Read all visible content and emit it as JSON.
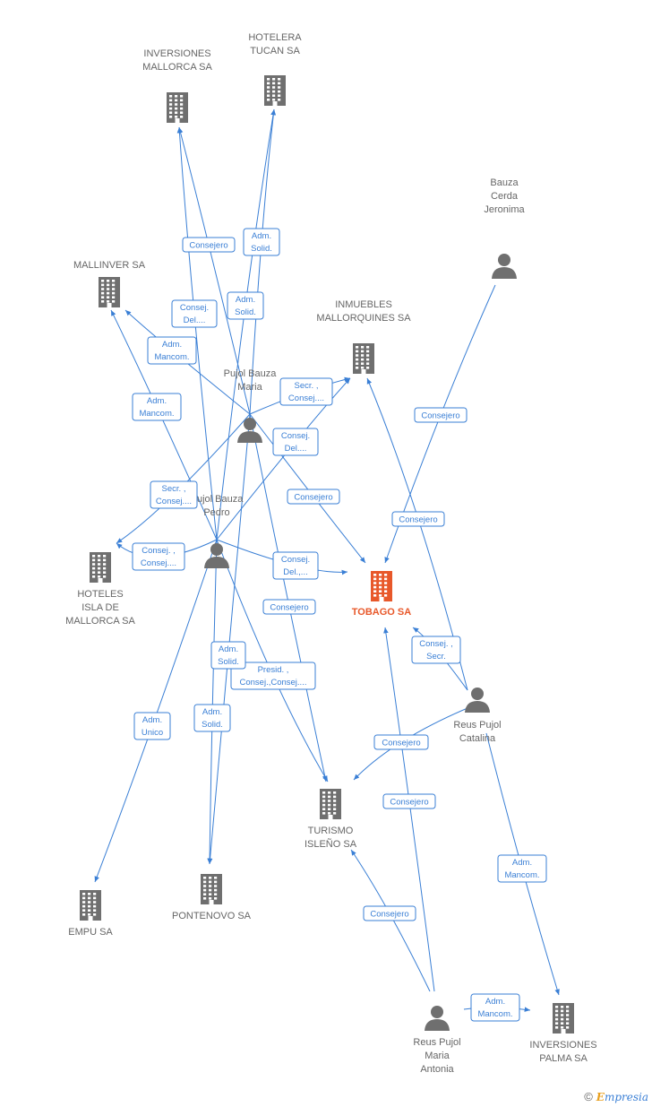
{
  "colors": {
    "edge": "#3a7fd5",
    "node": "#6f6f6f",
    "primary": "#e8582a"
  },
  "nodes": {
    "inversiones_mallorca": {
      "type": "company",
      "label": [
        "INVERSIONES",
        "MALLORCA SA"
      ]
    },
    "hotelera_tucan": {
      "type": "company",
      "label": [
        "HOTELERA",
        "TUCAN SA"
      ]
    },
    "mallinver": {
      "type": "company",
      "label": [
        "MALLINVER SA"
      ]
    },
    "bauza_cerda": {
      "type": "person",
      "label": [
        "Bauza",
        "Cerda",
        "Jeronima"
      ]
    },
    "inmuebles_mallorquines": {
      "type": "company",
      "label": [
        "INMUEBLES",
        "MALLORQUINES SA"
      ]
    },
    "pujol_bauza_maria": {
      "type": "person",
      "label": [
        "Pujol Bauza",
        "Maria"
      ]
    },
    "pujol_bauza_pedro": {
      "type": "person",
      "label": [
        "Pujol Bauza",
        "Pedro"
      ]
    },
    "hoteles_isla": {
      "type": "company",
      "label": [
        "HOTELES",
        "ISLA DE",
        "MALLORCA SA"
      ]
    },
    "tobago": {
      "type": "company",
      "primary": true,
      "label": [
        "TOBAGO SA"
      ]
    },
    "reus_pujol_catalina": {
      "type": "person",
      "label": [
        "Reus Pujol",
        "Catalina"
      ]
    },
    "turismo_isleno": {
      "type": "company",
      "label": [
        "TURISMO",
        "ISLEÑO SA"
      ]
    },
    "pontenovo": {
      "type": "company",
      "label": [
        "PONTENOVO SA"
      ]
    },
    "empu": {
      "type": "company",
      "label": [
        "EMPU SA"
      ]
    },
    "reus_pujol_maria_antonia": {
      "type": "person",
      "label": [
        "Reus Pujol",
        "Maria",
        "Antonia"
      ]
    },
    "inversiones_palma": {
      "type": "company",
      "label": [
        "INVERSIONES",
        "PALMA SA"
      ]
    }
  },
  "edges": [
    {
      "from": "pujol_bauza_maria",
      "to": "inversiones_mallorca",
      "label": [
        "Consejero"
      ]
    },
    {
      "from": "pujol_bauza_maria",
      "to": "hotelera_tucan",
      "label": [
        "Adm.",
        "Solid."
      ]
    },
    {
      "from": "pujol_bauza_pedro",
      "to": "inversiones_mallorca",
      "label": [
        "Consej.",
        "Del...."
      ]
    },
    {
      "from": "pujol_bauza_pedro",
      "to": "hotelera_tucan",
      "label": [
        "Adm.",
        "Solid."
      ]
    },
    {
      "from": "pujol_bauza_maria",
      "to": "mallinver",
      "label": [
        "Adm.",
        "Mancom."
      ]
    },
    {
      "from": "pujol_bauza_pedro",
      "to": "mallinver",
      "label": [
        "Adm.",
        "Mancom."
      ]
    },
    {
      "from": "pujol_bauza_maria",
      "to": "inmuebles_mallorquines",
      "label": [
        "Secr. ,",
        "Consej...."
      ]
    },
    {
      "from": "pujol_bauza_pedro",
      "to": "inmuebles_mallorquines",
      "label": [
        "Consej.",
        "Del...."
      ]
    },
    {
      "from": "pujol_bauza_maria",
      "to": "tobago",
      "label": [
        "Consejero"
      ]
    },
    {
      "from": "pujol_bauza_maria",
      "to": "hoteles_isla",
      "label": [
        "Secr. ,",
        "Consej...."
      ]
    },
    {
      "from": "pujol_bauza_pedro",
      "to": "hoteles_isla",
      "label": [
        "Consej. ,",
        "Consej...."
      ]
    },
    {
      "from": "pujol_bauza_pedro",
      "to": "tobago",
      "label": [
        "Consej.",
        "Del.,..."
      ]
    },
    {
      "from": "bauza_cerda",
      "to": "tobago",
      "label": [
        "Consejero"
      ]
    },
    {
      "from": "reus_pujol_catalina",
      "to": "inmuebles_mallorquines",
      "label": [
        "Consejero"
      ]
    },
    {
      "from": "reus_pujol_catalina",
      "to": "tobago",
      "label": [
        "Consej. ,",
        "Secr."
      ]
    },
    {
      "from": "pujol_bauza_maria",
      "to": "turismo_isleno",
      "label": [
        "Consejero"
      ]
    },
    {
      "from": "pujol_bauza_pedro",
      "to": "turismo_isleno",
      "label": [
        "Presid. ,",
        "Consej.,Consej...."
      ]
    },
    {
      "from": "pujol_bauza_maria",
      "to": "pontenovo",
      "label": [
        "Adm.",
        "Solid."
      ]
    },
    {
      "from": "pujol_bauza_pedro",
      "to": "pontenovo",
      "label": [
        "Adm.",
        "Solid."
      ]
    },
    {
      "from": "pujol_bauza_pedro",
      "to": "empu",
      "label": [
        "Adm.",
        "Unico"
      ]
    },
    {
      "from": "reus_pujol_catalina",
      "to": "turismo_isleno",
      "label": [
        "Consejero"
      ]
    },
    {
      "from": "reus_pujol_maria_antonia",
      "to": "tobago",
      "label": [
        "Consejero"
      ]
    },
    {
      "from": "reus_pujol_maria_antonia",
      "to": "turismo_isleno",
      "label": [
        "Consejero"
      ]
    },
    {
      "from": "reus_pujol_catalina",
      "to": "inversiones_palma",
      "label": [
        "Adm.",
        "Mancom."
      ]
    },
    {
      "from": "reus_pujol_maria_antonia",
      "to": "inversiones_palma",
      "label": [
        "Adm.",
        "Mancom."
      ]
    }
  ],
  "footer": {
    "copyright": "©",
    "brand_initial": "E",
    "brand_rest": "mpresia"
  }
}
